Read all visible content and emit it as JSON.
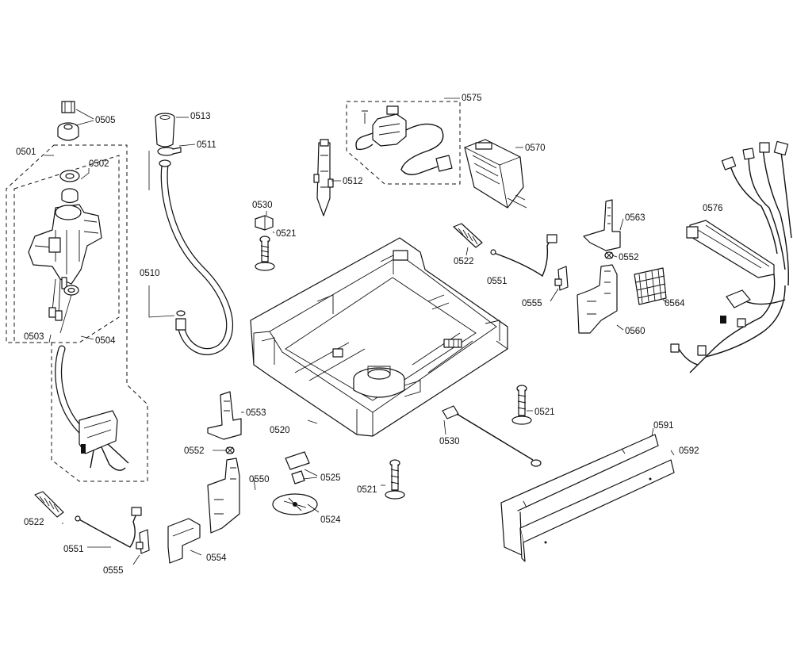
{
  "callouts": {
    "p0501": "0501",
    "p0502": "0502",
    "p0503": "0503",
    "p0504": "0504",
    "p0505": "0505",
    "p0510": "0510",
    "p0511": "0511",
    "p0512": "0512",
    "p0513": "0513",
    "p0520": "0520",
    "p0521_a": "0521",
    "p0521_b": "0521",
    "p0521_c": "0521",
    "p0522_a": "0522",
    "p0522_b": "0522",
    "p0524": "0524",
    "p0525": "0525",
    "p0530_a": "0530",
    "p0530_b": "0530",
    "p0550": "0550",
    "p0551_a": "0551",
    "p0551_b": "0551",
    "p0552_a": "0552",
    "p0552_b": "0552",
    "p0553": "0553",
    "p0554": "0554",
    "p0555_a": "0555",
    "p0555_b": "0555",
    "p0560": "0560",
    "p0563": "0563",
    "p0564": "0564",
    "p0570": "0570",
    "p0575": "0575",
    "p0576": "0576",
    "p0591": "0591",
    "p0592": "0592"
  },
  "colors": {
    "line": "#111111",
    "background": "#ffffff"
  }
}
